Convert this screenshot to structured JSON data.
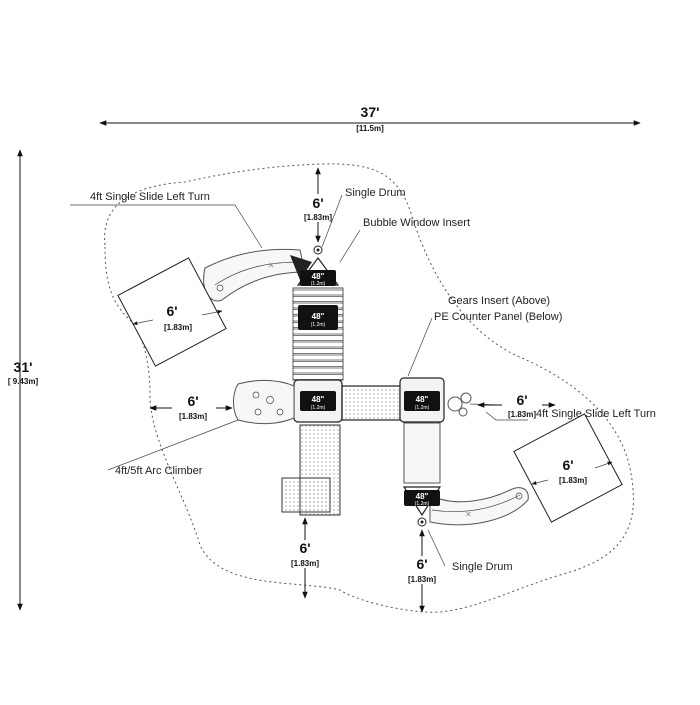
{
  "dimensions": {
    "width_ft": "37'",
    "width_m": "[11.5m]",
    "height_ft": "31'",
    "height_m": "[ 9.43m]"
  },
  "clearances": [
    {
      "ft": "6'",
      "m": "[1.83m]"
    },
    {
      "ft": "6'",
      "m": "[1.83m]"
    },
    {
      "ft": "6'",
      "m": "[1.83m]"
    },
    {
      "ft": "6'",
      "m": "[1.83m]"
    },
    {
      "ft": "6'",
      "m": "[1.83m]"
    },
    {
      "ft": "6'",
      "m": "[1.83m]"
    },
    {
      "ft": "6'",
      "m": "[1.83m]"
    }
  ],
  "callouts": {
    "single_drum_top": "Single Drum",
    "slide_left": "4ft Single Slide Left Turn",
    "bubble_window": "Bubble Window Insert",
    "gears_insert": "Gears Insert (Above)",
    "pe_counter": "PE Counter Panel (Below)",
    "slide_right": "4ft Single Slide Left Turn",
    "arc_climber": "4ft/5ft Arc Climber",
    "single_drum_bottom": "Single Drum"
  },
  "decks": [
    {
      "height": "48\"",
      "metric": "(1.2m)"
    },
    {
      "height": "48\"",
      "metric": "(1.2m)"
    },
    {
      "height": "48\"",
      "metric": "(1.2m)"
    },
    {
      "height": "48\"",
      "metric": "(1.2m)"
    },
    {
      "height": "48\"",
      "metric": "(1.2m)"
    }
  ]
}
